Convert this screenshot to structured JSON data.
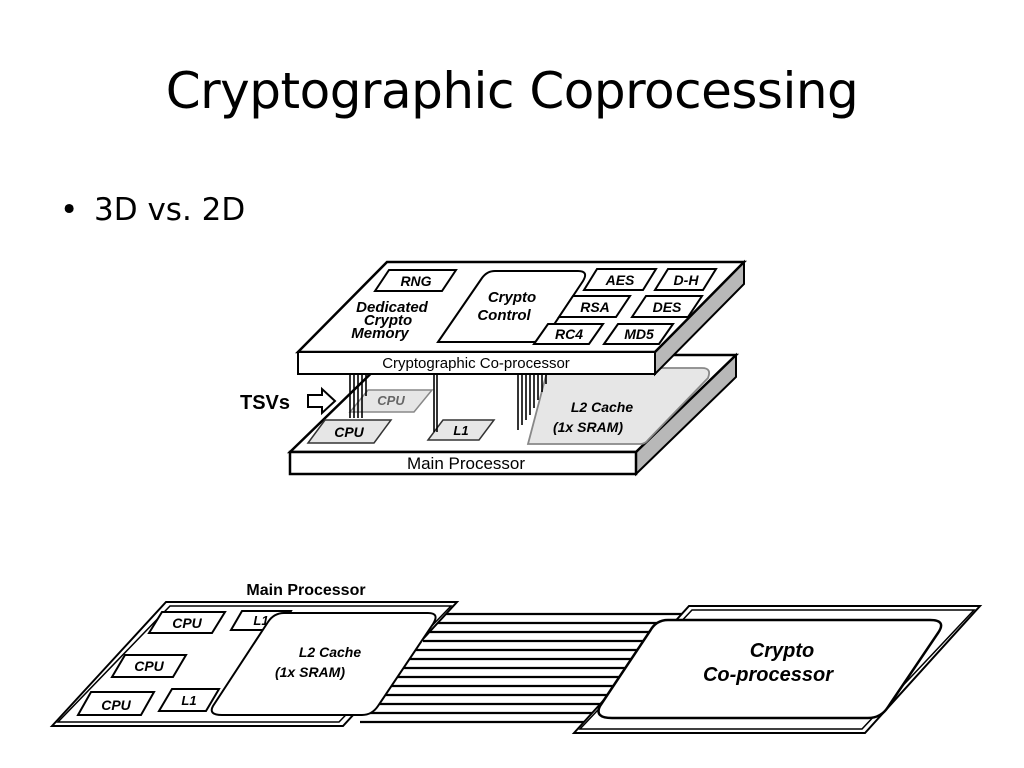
{
  "slide": {
    "title": "Cryptographic Coprocessing",
    "bullets": [
      "3D vs. 2D"
    ]
  },
  "diagram_3d": {
    "top_layer_label": "Cryptographic Co-processor",
    "bottom_layer_label": "Main Processor",
    "tsv_label": "TSVs",
    "crypto_blocks": {
      "rng": "RNG",
      "memory": [
        "Dedicated",
        "Crypto",
        "Memory"
      ],
      "control": [
        "Crypto",
        "Control"
      ],
      "aes": "AES",
      "dh": "D-H",
      "rsa": "RSA",
      "des": "DES",
      "rc4": "RC4",
      "md5": "MD5"
    },
    "main_blocks": {
      "cpu_upper": "CPU",
      "cpu_lower": "CPU",
      "l1": "L1",
      "l2": [
        "L2 Cache",
        "(1x SRAM)"
      ]
    }
  },
  "diagram_2d": {
    "main_label": "Main Processor",
    "main_blocks": {
      "cpu1": "CPU",
      "cpu2": "CPU",
      "cpu3": "CPU",
      "l1_top": "L1",
      "l1_bottom": "L1",
      "l2": [
        "L2 Cache",
        "(1x SRAM)"
      ]
    },
    "crypto": [
      "Crypto",
      "Co-processor"
    ]
  }
}
